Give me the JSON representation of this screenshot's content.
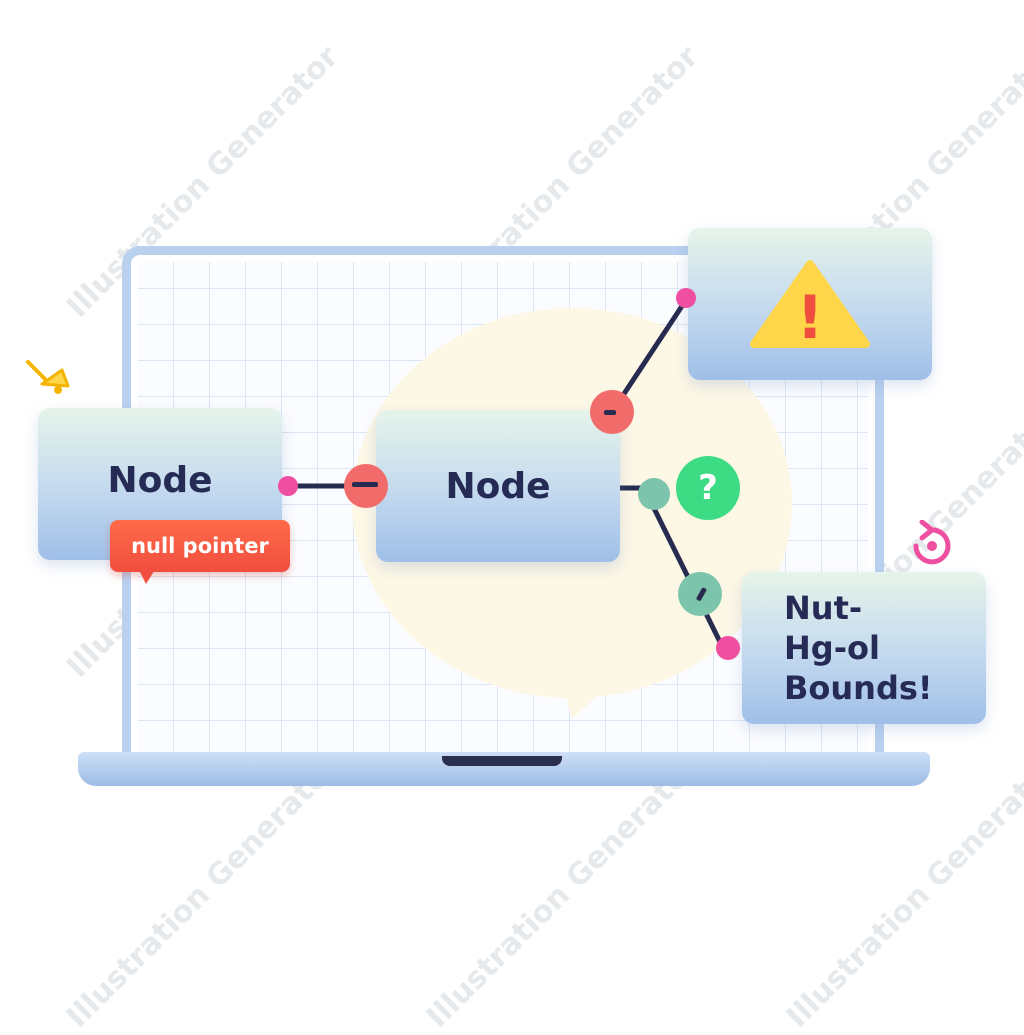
{
  "nodes": {
    "left_label": "Node",
    "middle_label": "Node",
    "bounds_lines": [
      "Nut-",
      "Hg-ol",
      "Bounds!"
    ]
  },
  "error_label": "null pointer",
  "question_badge": "?",
  "warning_icon": "warning-triangle-icon",
  "warning_mark": "!",
  "watermark": "Illustration Generator",
  "colors": {
    "error_red": "#f04e3e",
    "warning_yellow": "#ffd64a",
    "question_green": "#3ddc84",
    "port_pink": "#ee4fa0",
    "port_red": "#f26b6b",
    "port_teal": "#7cc4ab",
    "line_navy": "#262b4f"
  }
}
